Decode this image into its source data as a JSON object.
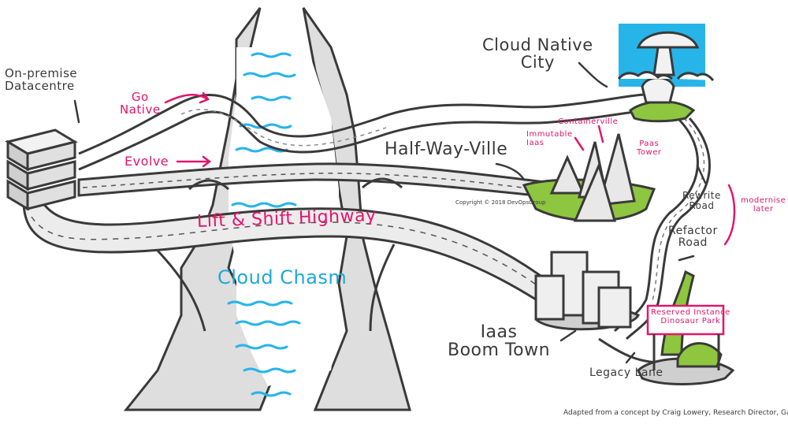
{
  "labels": {
    "on_premise": "On-premise\nDatacentre",
    "go_native": "Go\nNative",
    "evolve": "Evolve",
    "half_way_ville": "Half-Way-Ville",
    "cloud_native_city": "Cloud Native\nCity",
    "containerville": "Containerville",
    "immutable_iaas": "Immutable\nIaas",
    "paas_tower": "Paas\nTower",
    "rewrite_road": "Rewrite\nRoad",
    "refactor_road": "Refactor\nRoad",
    "modernise_later": "modernise\nlater",
    "lift_shift_highway": "Lift & Shift Highway",
    "cloud_chasm": "Cloud Chasm",
    "iaas_boom_town": "Iaas\nBoom Town",
    "reserved_instance": "Reserved Instance\nDinosaur Park",
    "legacy_lane": "Legacy Lane",
    "copyright": "Copyright © 2018 DevOpsGroup",
    "attribution": "Adapted from a concept by Craig Lowery, Research Director, Gartner"
  },
  "colors": {
    "ink": "#3a3a3a",
    "pink": "#e3156b",
    "cyan": "#1fa9d9",
    "water": "#7fd3f2",
    "grass": "#8ec63f",
    "grey_fill": "#dcdcdc",
    "sky": "#27b5e9"
  }
}
